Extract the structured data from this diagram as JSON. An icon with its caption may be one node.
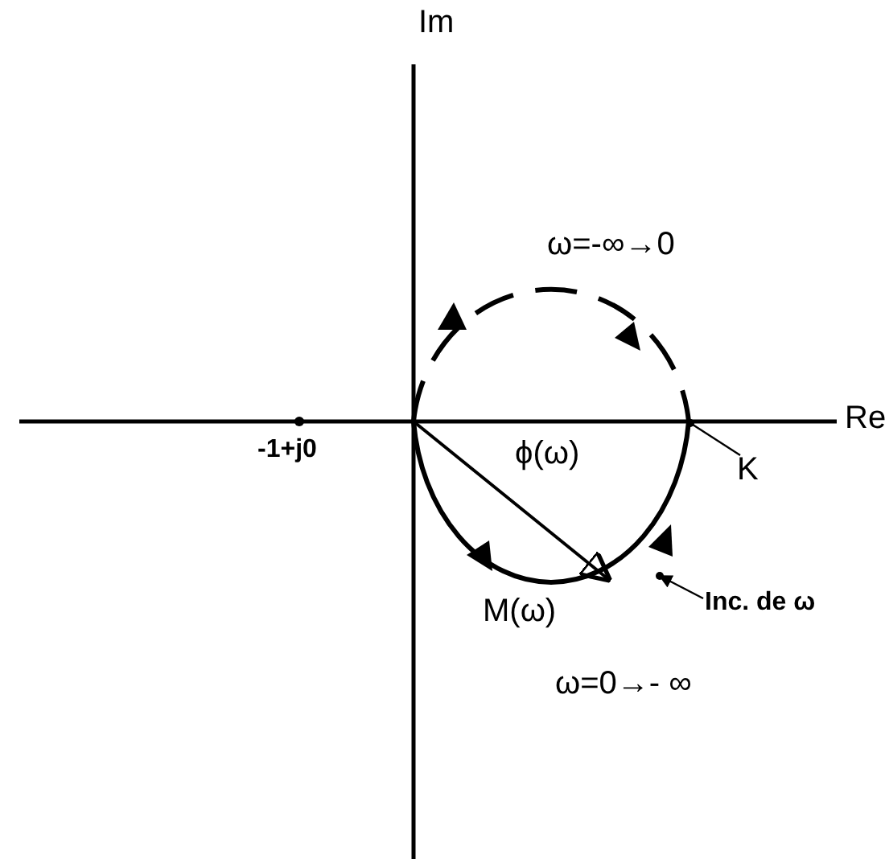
{
  "diagram": {
    "nodes": [
      {
        "text": [
          "K"
        ]
      },
      {
        "text": [
          "Inc. de ω"
        ]
      },
      {
        "text": [],
        "shape": "point"
      },
      {
        "text": [],
        "shape": "point"
      }
    ],
    "edges": [
      {
        "from": 0,
        "to": 2,
        "arrow": "none"
      },
      {
        "from": 1,
        "to": 3,
        "arrow": "to"
      }
    ],
    "labels": [
      "Im",
      "ω=-∞→0",
      "Re",
      "-1+j0",
      "ϕ(ω)",
      "M(ω)",
      "ω=0→- ∞"
    ]
  }
}
